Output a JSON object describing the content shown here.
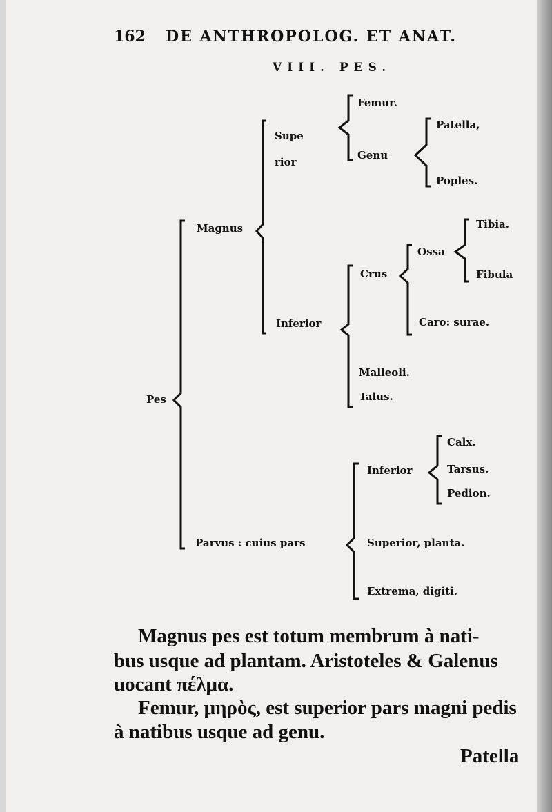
{
  "header": {
    "page_number": "162",
    "running_title": "DE ANTHROPOLOG. ET ANAT.",
    "section_title": "VIII. PES."
  },
  "tree": {
    "root": "Pes",
    "magnus": "Magnus",
    "parvus": "Parvus : cuius pars",
    "superior": "Supe rior",
    "inferior": "Inferior",
    "femur": "Femur.",
    "genu": "Genu",
    "patella": "Patella,",
    "poples": "Poples.",
    "crus": "Crus",
    "ossa": "Ossa",
    "tibia": "Tibia.",
    "fibula": "Fibula",
    "caro_surae": "Caro: surae.",
    "malleoli": "Malleoli.",
    "talus": "Talus.",
    "parvus_inferior": "Inferior",
    "calx": "Calx.",
    "tarsus": "Tarsus.",
    "pedion": "Pedion.",
    "superior_planta": "Superior, planta.",
    "extrema_digiti": "Extrema, digiti."
  },
  "body": {
    "lines": [
      "Magnus pes est totum membrum à nati-",
      "bus usque ad plantam. Aristoteles & Galenus",
      "uocant πέλμα.",
      "Femur, μηρὸς, est superior pars magni pedis",
      "à natibus usque ad genu."
    ],
    "catchword": "Patella"
  }
}
